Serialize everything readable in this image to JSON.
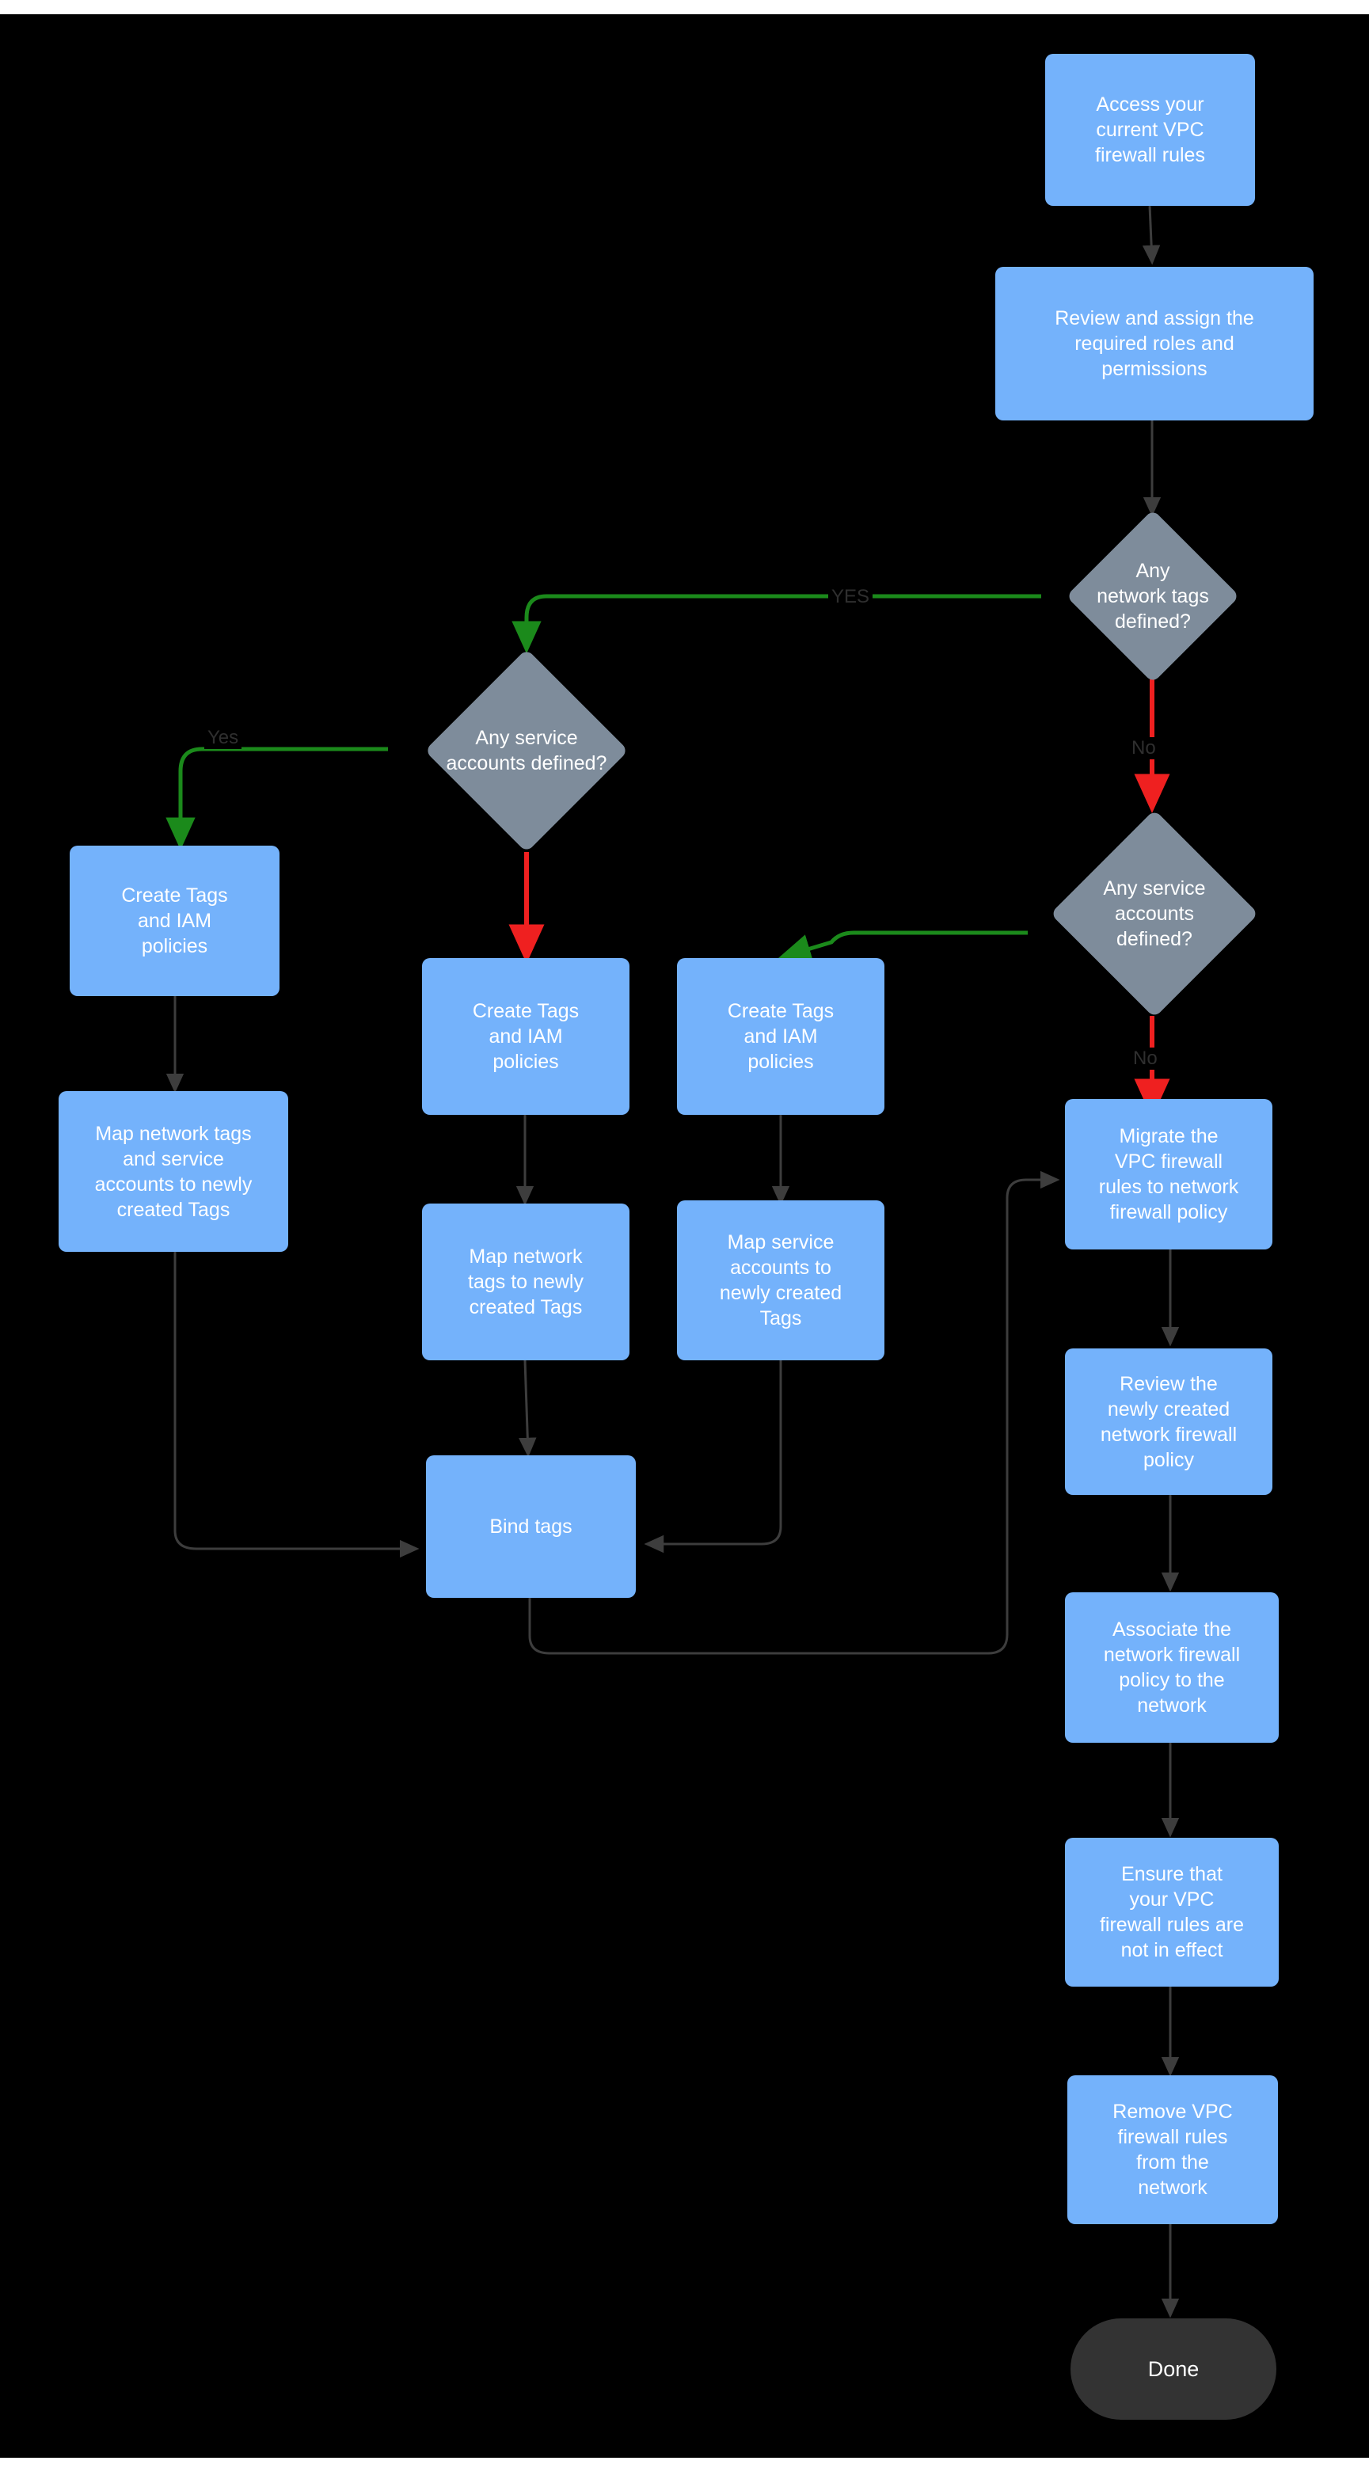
{
  "diagram": {
    "title": "VPC firewall rules to network firewall policy migration flowchart",
    "background": "#000000",
    "process_color": "#74b2fb",
    "decision_color": "#7e8c9b",
    "terminator_color": "#333333",
    "text_color": "#ffffff",
    "edge_default_color": "#3d3d3d",
    "edge_yes_color": "#1b8a1b",
    "edge_no_color": "#ef2020",
    "label_text_color": "#2f2f2f"
  },
  "nodes": {
    "access_rules": {
      "label": "Access your\ncurrent VPC\nfirewall rules",
      "type": "process"
    },
    "review_roles": {
      "label": "Review and assign the\nrequired roles and\npermissions",
      "type": "process"
    },
    "decision_network_tags": {
      "label": "Any\nnetwork tags\ndefined?",
      "type": "decision"
    },
    "decision_service_accounts_left": {
      "label": "Any service\naccounts defined?",
      "type": "decision"
    },
    "decision_service_accounts_right": {
      "label": "Any service\naccounts\ndefined?",
      "type": "decision"
    },
    "create_tags_left": {
      "label": "Create Tags\nand IAM\npolicies",
      "type": "process"
    },
    "create_tags_mid": {
      "label": "Create Tags\nand IAM\npolicies",
      "type": "process"
    },
    "create_tags_right": {
      "label": "Create Tags\nand IAM\npolicies",
      "type": "process"
    },
    "map_both": {
      "label": "Map network tags\nand service\naccounts to newly\ncreated Tags",
      "type": "process"
    },
    "map_network_tags": {
      "label": "Map network\ntags to newly\ncreated Tags",
      "type": "process"
    },
    "map_service_accounts": {
      "label": "Map service\naccounts  to\nnewly created\nTags",
      "type": "process"
    },
    "bind_tags": {
      "label": "Bind tags",
      "type": "process"
    },
    "migrate_rules": {
      "label": "Migrate the\nVPC firewall\nrules to network\nfirewall policy",
      "type": "process"
    },
    "review_policy": {
      "label": "Review the\nnewly created\nnetwork firewall\npolicy",
      "type": "process"
    },
    "associate_policy": {
      "label": "Associate the\nnetwork firewall\npolicy to the\nnetwork",
      "type": "process"
    },
    "ensure_not_in_effect": {
      "label": "Ensure that\nyour VPC\nfirewall rules are\nnot in effect",
      "type": "process"
    },
    "remove_rules": {
      "label": "Remove  VPC\nfirewall rules\nfrom the\nnetwork",
      "type": "process"
    },
    "done": {
      "label": "Done",
      "type": "terminator"
    }
  },
  "edge_labels": {
    "network_tags_yes": "YES",
    "network_tags_no": "No",
    "service_accounts_left_yes": "Yes",
    "service_accounts_right_no": "No"
  }
}
